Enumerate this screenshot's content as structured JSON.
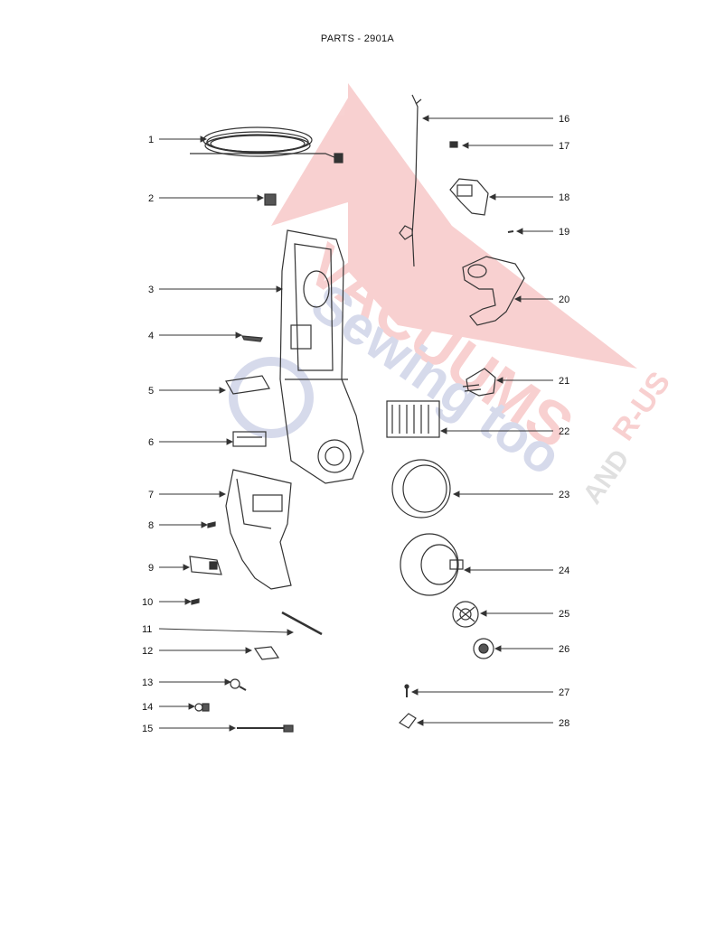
{
  "title": "PARTS - 2901A",
  "callouts_left": [
    "1",
    "2",
    "3",
    "4",
    "5",
    "6",
    "7",
    "8",
    "9",
    "10",
    "11",
    "12",
    "13",
    "14",
    "15"
  ],
  "callouts_right": [
    "16",
    "17",
    "18",
    "19",
    "20",
    "21",
    "22",
    "23",
    "24",
    "25",
    "26",
    "27",
    "28"
  ],
  "watermark": {
    "line1": "VACUUMS",
    "line2": "Sewing too",
    "line3": "R-US",
    "line4": "AND"
  },
  "colors": {
    "line": "#333333",
    "watermark_red": "#e03030",
    "watermark_blue": "#4a5aa8"
  }
}
